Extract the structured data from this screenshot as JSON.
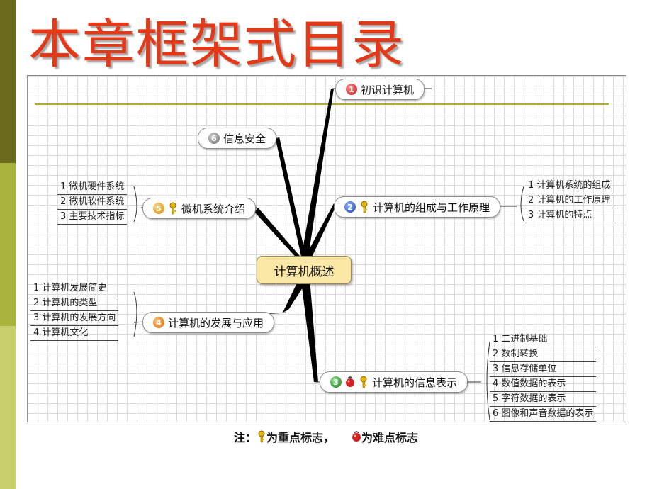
{
  "page_title": "本章框架式目录",
  "center": "计算机概述",
  "branches": [
    {
      "num": "1",
      "label": "初识计算机"
    },
    {
      "num": "2",
      "label": "计算机的组成与工作原理",
      "subs": [
        "1 计算机系统的组成",
        "2 计算机的工作原理",
        "3 计算机的特点"
      ]
    },
    {
      "num": "3",
      "label": "计算机的信息表示",
      "subs": [
        "1 二进制基础",
        "2 数制转换",
        "3 信息存储单位",
        "4 数值数据的表示",
        "5 字符数据的表示",
        "6 图像和声音数据的表示"
      ]
    },
    {
      "num": "4",
      "label": "计算机的发展与应用",
      "subs": [
        "1 计算机发展简史",
        "2 计算机的类型",
        "3 计算机的发展方向",
        "4 计算机文化"
      ]
    },
    {
      "num": "5",
      "label": "微机系统介绍",
      "subs": [
        "1 微机硬件系统",
        "2 微机软件系统",
        "3 主要技术指标"
      ]
    },
    {
      "num": "6",
      "label": "信息安全"
    }
  ],
  "note": {
    "prefix": "注：",
    "key_text": "为重点标志，",
    "hard_text": "为难点标志"
  },
  "icons": [
    "key-icon",
    "difficulty-icon"
  ]
}
